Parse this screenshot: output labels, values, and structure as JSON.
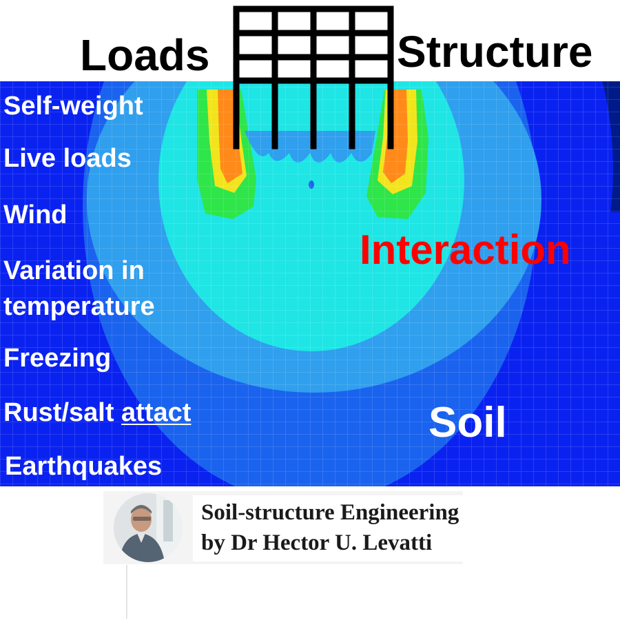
{
  "title_loads": "Loads",
  "title_structure": "Structure",
  "loads_list": [
    "Self-weight",
    "Live loads",
    "Wind",
    "Variation in",
    "temperature",
    "Freezing",
    "Rust/salt",
    "attact",
    "Earthquakes"
  ],
  "interaction_label": "Interaction",
  "soil_label": "Soil",
  "channel": {
    "line1": "Soil-structure Engineering",
    "line2": "by Dr Hector U. Levatti"
  },
  "colors": {
    "deep_blue": "#001a8a",
    "blue": "#0a22f0",
    "medium_blue": "#1a63ee",
    "light_blue": "#2f9fee",
    "cyan": "#1fe5e5",
    "green": "#2ee54a",
    "yellow": "#f2e41c",
    "orange": "#ff8a1a",
    "interaction_red": "#ff0000",
    "label_white": "#ffffff",
    "frame_black": "#000000"
  }
}
